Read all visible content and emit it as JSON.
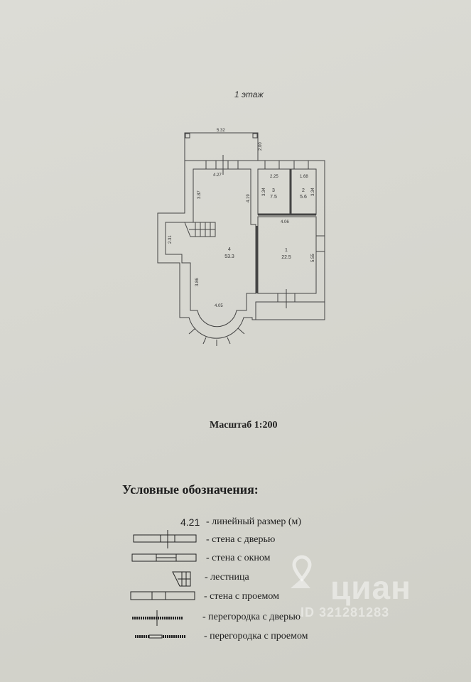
{
  "floor_title": "1 этаж",
  "plan": {
    "dimensions": {
      "terrace_width": "5.32",
      "terrace_depth": "2.00",
      "room4_top": "4.27",
      "room3_width": "2.25",
      "room2_width": "1.68",
      "room4_upper_left": "3.87",
      "room4_upper_right": "4.19",
      "room3_height": "3.34",
      "room2_height": "3.34",
      "room1_width": "4.06",
      "left_bay": "2.31",
      "room1_height": "5.55",
      "room4_lower_left": "3.86",
      "room4_bottom": "4.05"
    },
    "rooms": [
      {
        "number": "1",
        "area": "22.5"
      },
      {
        "number": "2",
        "area": "5.6"
      },
      {
        "number": "3",
        "area": "7.5"
      },
      {
        "number": "4",
        "area": "53.3"
      }
    ]
  },
  "scale_label": "Масштаб 1:200",
  "legend": {
    "title": "Условные обозначения:",
    "sample_dimension": "4.21",
    "items": [
      "- линейный размер (м)",
      "- стена с  дверью",
      "- стена с окном",
      "- лестница",
      "- стена с  проемом",
      "- перегородка с дверью",
      "- перегородка с проемом"
    ]
  },
  "watermark": {
    "brand": "циан",
    "id": "ID 321281283"
  }
}
